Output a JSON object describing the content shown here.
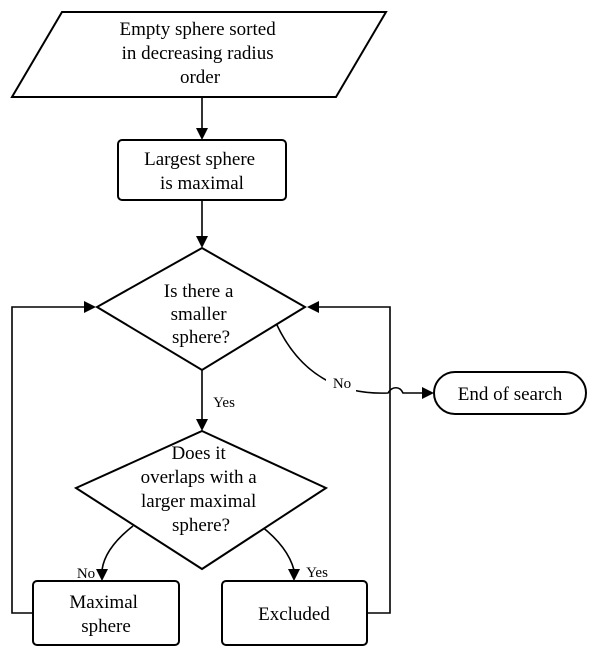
{
  "nodes": {
    "start": [
      "Empty sphere sorted",
      "in decreasing radius",
      "order"
    ],
    "largest": [
      "Largest sphere",
      "is maximal"
    ],
    "smaller": [
      "Is there a",
      "smaller",
      "sphere?"
    ],
    "overlap": [
      "Does it",
      "overlaps with a",
      "larger maximal",
      "sphere?"
    ],
    "maximal": [
      "Maximal",
      "sphere"
    ],
    "excluded": [
      "Excluded"
    ],
    "end": [
      "End of search"
    ]
  },
  "edges": {
    "no_to_end": "No",
    "yes_to_overlap": "Yes",
    "no_to_maximal": "No",
    "yes_to_excluded": "Yes"
  }
}
